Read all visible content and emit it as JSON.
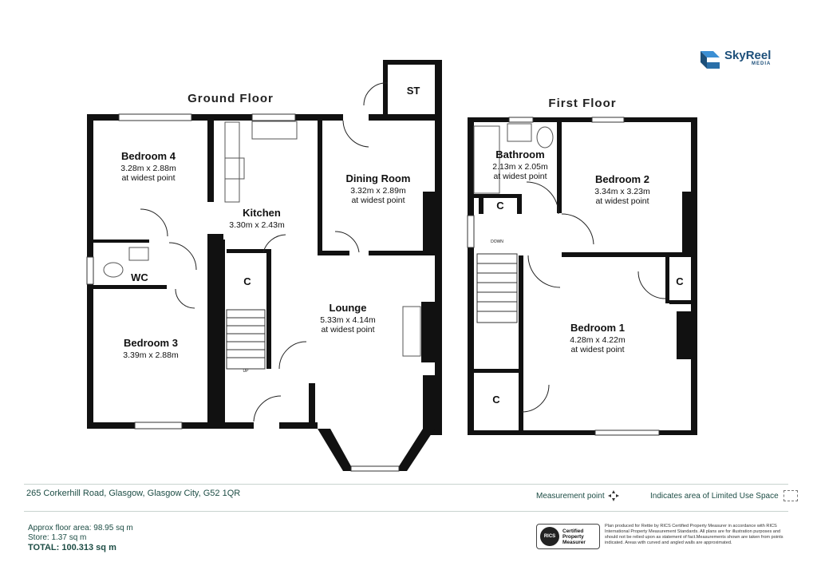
{
  "brand": {
    "name": "SkyReel",
    "sub": "MEDIA"
  },
  "floors": {
    "ground": {
      "title": "Ground Floor",
      "rooms": {
        "bedroom4": {
          "name": "Bedroom 4",
          "dim": "3.28m x 2.88m",
          "note": "at widest point"
        },
        "kitchen": {
          "name": "Kitchen",
          "dim": "3.30m x 2.43m"
        },
        "dining": {
          "name": "Dining Room",
          "dim": "3.32m x 2.89m",
          "note": "at widest point"
        },
        "st": {
          "name": "ST"
        },
        "wc": {
          "name": "WC"
        },
        "c1": {
          "name": "C"
        },
        "lounge": {
          "name": "Lounge",
          "dim": "5.33m x 4.14m",
          "note": "at widest point"
        },
        "bedroom3": {
          "name": "Bedroom 3",
          "dim": "3.39m x 2.88m"
        }
      },
      "stair_mark": "UP"
    },
    "first": {
      "title": "First Floor",
      "rooms": {
        "bathroom": {
          "name": "Bathroom",
          "dim": "2.13m x 2.05m",
          "note": "at widest point"
        },
        "bedroom2": {
          "name": "Bedroom 2",
          "dim": "3.34m x 3.23m",
          "note": "at widest point"
        },
        "c_landing": {
          "name": "C"
        },
        "c_bed1": {
          "name": "C"
        },
        "bedroom1": {
          "name": "Bedroom 1",
          "dim": "4.28m x 4.22m",
          "note": "at widest point"
        },
        "c_lower": {
          "name": "C"
        }
      },
      "stair_mark": "DOWN"
    }
  },
  "footer": {
    "address": "265 Corkerhill Road, Glasgow, Glasgow City, G52 1QR",
    "measurement_point": "Measurement point",
    "limited_use": "Indicates area of  Limited Use Space",
    "approx_area": "Approx floor area: 98.95 sq m",
    "store": "Store: 1.37 sq m",
    "total": "TOTAL: 100.313 sq m",
    "rics_lines": [
      "Certified",
      "Property",
      "Measurer"
    ],
    "rics_seal": "RICS",
    "disclaimer": "Plan produced for Rettie by RICS Certified Property Measurer in accordance with RICS International Property  Measurement Standards.  All plans are for illustration purposes and should not be relied upon as statement of fact.Measurements shown are taken from points indicated. Areas with curved and angled walls are approximated."
  },
  "colors": {
    "wall": "#111111",
    "brand": "#1c4f7a",
    "footer_text": "#1d4d45"
  }
}
